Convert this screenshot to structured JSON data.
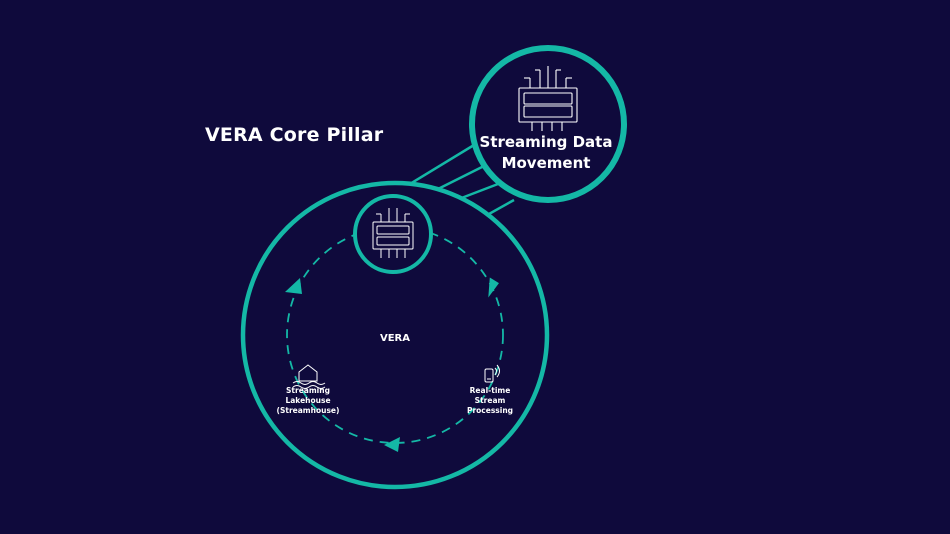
{
  "heading": "VERA Core Pillar",
  "pillar": {
    "title_line1": "Streaming Data",
    "title_line2": "Movement",
    "icon": "data-connector-icon"
  },
  "core": {
    "label": "VERA",
    "icon": "data-connector-icon"
  },
  "nodes": {
    "lakehouse": {
      "line1": "Streaming",
      "line2": "Lakehouse",
      "line3": "(Streamhouse)",
      "icon": "house-on-water-icon"
    },
    "processing": {
      "line1": "Real-time",
      "line2": "Stream",
      "line3": "Processing",
      "icon": "mobile-signal-icon"
    }
  },
  "colors": {
    "background": "#0f0a3c",
    "accent": "#14b8a6",
    "text": "#ffffff"
  }
}
